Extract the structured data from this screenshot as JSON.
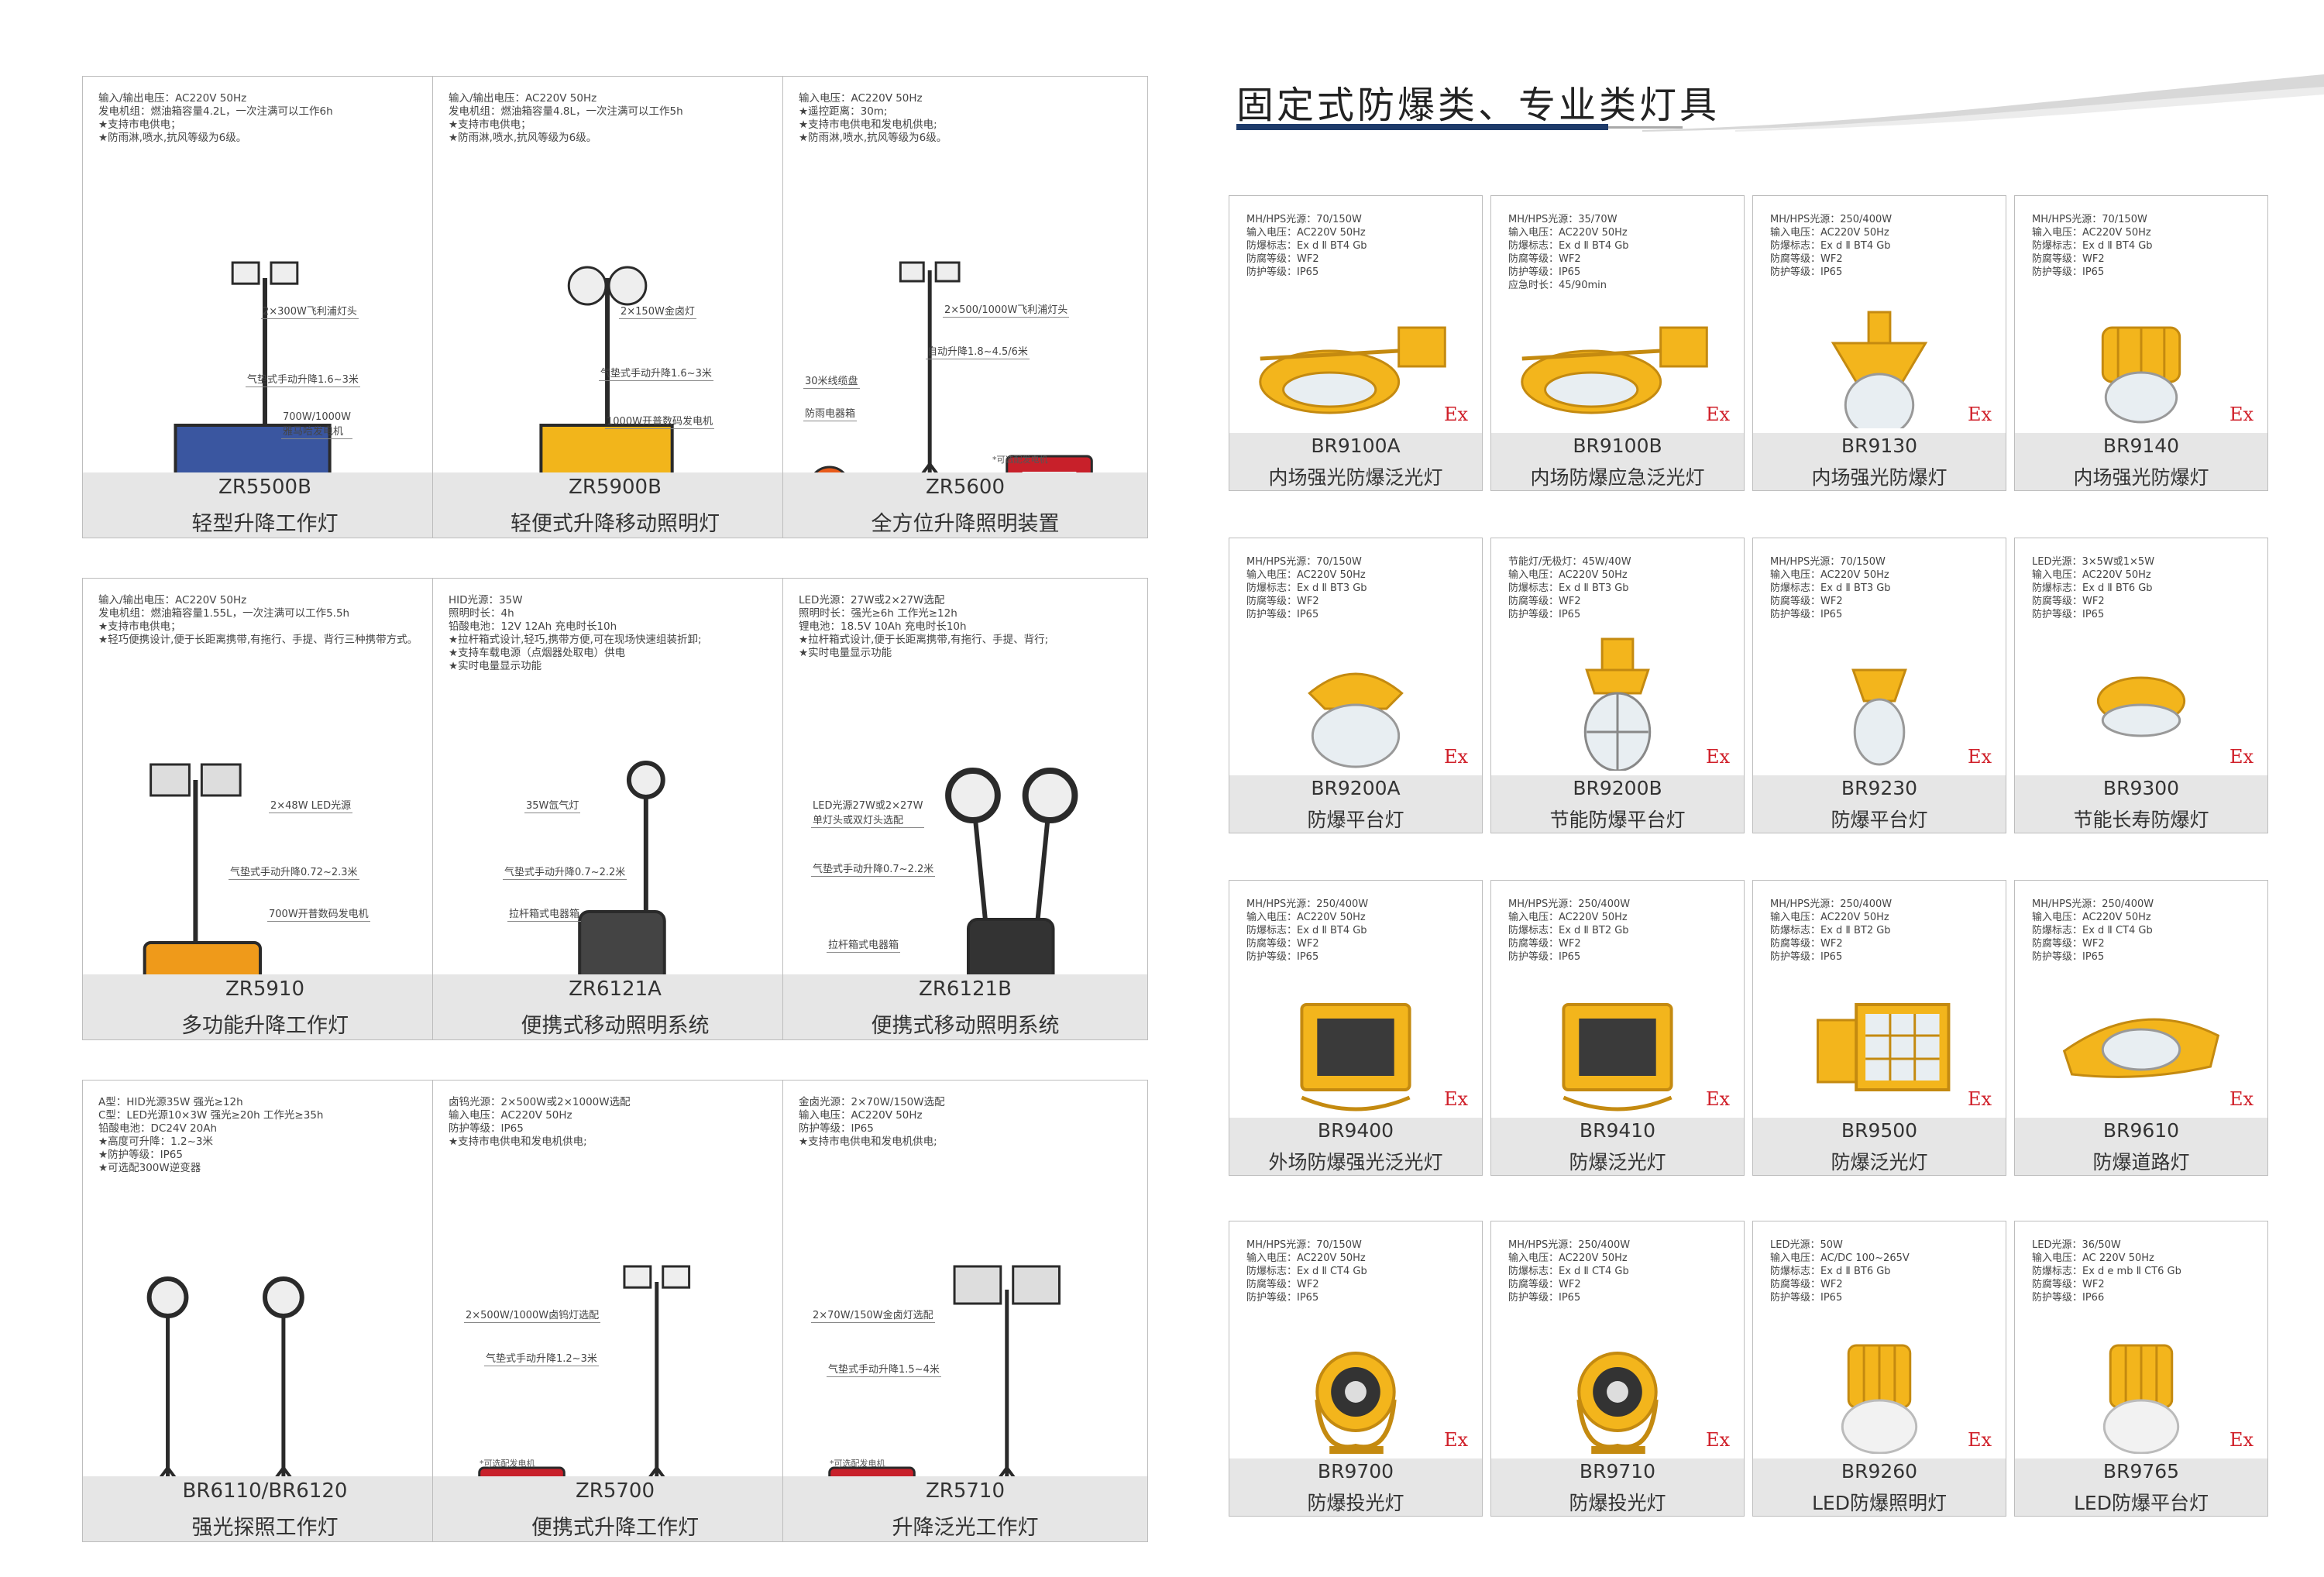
{
  "right_page": {
    "title": "固定式防爆类、专业类灯具"
  },
  "left_cards": [
    {
      "specs": "输入/输出电压：AC220V 50Hz\n发电机组：燃油箱容量4.2L，一次注满可以工作6h\n★支持市电供电；\n★防雨淋,喷水,抗风等级为6级。",
      "callouts": [
        "2×300W飞利浦灯头",
        "气垫式手动升降1.6~3米",
        "700W/1000W\n雅马哈发电机"
      ],
      "note": "",
      "model": "ZR5500B",
      "name": "轻型升降工作灯"
    },
    {
      "specs": "输入/输出电压：AC220V 50Hz\n发电机组：燃油箱容量4.8L，一次注满可以工作5h\n★支持市电供电；\n★防雨淋,喷水,抗风等级为6级。",
      "callouts": [
        "2×150W金卤灯",
        "气垫式手动升降1.6~3米",
        "1000W开普数码发电机"
      ],
      "note": "",
      "model": "ZR5900B",
      "name": "轻便式升降移动照明灯"
    },
    {
      "specs": "输入电压：AC220V 50Hz\n★遥控距离：30m;\n★支持市电供电和发电机供电;\n★防雨淋,喷水,抗风等级为6级。",
      "callouts": [
        "2×500/1000W飞利浦灯头",
        "自动升降1.8~4.5/6米",
        "30米线缆盘",
        "防雨电器箱"
      ],
      "note": "*可选配发电机",
      "model": "ZR5600",
      "name": "全方位升降照明装置"
    },
    {
      "specs": "输入/输出电压：AC220V 50Hz\n发电机组：燃油箱容量1.55L，一次注满可以工作5.5h\n★支持市电供电；\n★轻巧便携设计,便于长距离携带,有拖行、手提、背行三种携带方式。",
      "callouts": [
        "2×48W LED光源",
        "气垫式手动升降0.72~2.3米",
        "700W开普数码发电机"
      ],
      "note": "",
      "model": "ZR5910",
      "name": "多功能升降工作灯"
    },
    {
      "specs": "HID光源：35W\n照明时长：4h\n铅酸电池：12V 12Ah 充电时长10h\n★拉杆箱式设计,轻巧,携带方便,可在现场快速组装折卸;\n★支持车载电源（点烟器处取电）供电\n★实时电量显示功能",
      "callouts": [
        "35W氙气灯",
        "气垫式手动升降0.7~2.2米",
        "拉杆箱式电器箱"
      ],
      "note": "",
      "model": "ZR6121A",
      "name": "便携式移动照明系统"
    },
    {
      "specs": "LED光源：27W或2×27W选配\n照明时长：强光≥6h 工作光≥12h\n锂电池：18.5V 10Ah 充电时长10h\n★拉杆箱式设计,便于长距离携带,有拖行、手提、背行;\n★实时电量显示功能",
      "callouts": [
        "LED光源27W或2×27W\n单灯头或双灯头选配",
        "气垫式手动升降0.7~2.2米",
        "拉杆箱式电器箱"
      ],
      "note": "",
      "model": "ZR6121B",
      "name": "便携式移动照明系统"
    },
    {
      "specs": "A型：HID光源35W 强光≥12h\nC型：LED光源10×3W 强光≥20h 工作光≥35h\n铅酸电池：DC24V 20Ah\n★高度可升降：1.2~3米\n★防护等级：IP65\n★可选配300W逆变器",
      "callouts": [],
      "note": "",
      "model": "BR6110/BR6120",
      "name": "强光探照工作灯"
    },
    {
      "specs": "卤钨光源：2×500W或2×1000W选配\n输入电压：AC220V 50Hz\n防护等级：IP65\n★支持市电供电和发电机供电;",
      "callouts": [
        "2×500W/1000W卤钨灯选配",
        "气垫式手动升降1.2~3米"
      ],
      "note": "*可选配发电机",
      "model": "ZR5700",
      "name": "便携式升降工作灯"
    },
    {
      "specs": "金卤光源：2×70W/150W选配\n输入电压：AC220V 50Hz\n防护等级：IP65\n★支持市电供电和发电机供电;",
      "callouts": [
        "2×70W/150W金卤灯选配",
        "气垫式手动升降1.5~4米"
      ],
      "note": "*可选配发电机",
      "model": "ZR5710",
      "name": "升降泛光工作灯"
    }
  ],
  "right_cards": [
    {
      "specs": "MH/HPS光源：70/150W\n输入电压：AC220V 50Hz\n防爆标志：Ex d Ⅱ BT4 Gb\n防腐等级：WF2\n防护等级：IP65",
      "ex": "Ex",
      "model": "BR9100A",
      "name": "内场强光防爆泛光灯",
      "shape": "flood-box"
    },
    {
      "specs": "MH/HPS光源：35/70W\n输入电压：AC220V 50Hz\n防爆标志：Ex d Ⅱ BT4 Gb\n防腐等级：WF2\n防护等级：IP65\n应急时长：45/90min",
      "ex": "Ex",
      "model": "BR9100B",
      "name": "内场防爆应急泛光灯",
      "shape": "flood-box"
    },
    {
      "specs": "MH/HPS光源：250/400W\n输入电压：AC220V 50Hz\n防爆标志：Ex d Ⅱ BT4 Gb\n防腐等级：WF2\n防护等级：IP65",
      "ex": "Ex",
      "model": "BR9130",
      "name": "内场强光防爆灯",
      "shape": "dome-large"
    },
    {
      "specs": "MH/HPS光源：70/150W\n输入电压：AC220V 50Hz\n防爆标志：Ex d Ⅱ BT4 Gb\n防腐等级：WF2\n防护等级：IP65",
      "ex": "Ex",
      "model": "BR9140",
      "name": "内场强光防爆灯",
      "shape": "dome-ribbed"
    },
    {
      "specs": "MH/HPS光源：70/150W\n输入电压：AC220V 50Hz\n防爆标志：Ex d Ⅱ BT3 Gb\n防腐等级：WF2\n防护等级：IP65",
      "ex": "Ex",
      "model": "BR9200A",
      "name": "防爆平台灯",
      "shape": "dome"
    },
    {
      "specs": "节能灯/无极灯：45W/40W\n输入电压：AC220V 50Hz\n防爆标志：Ex d Ⅱ BT3 Gb\n防腐等级：WF2\n防护等级：IP65",
      "ex": "Ex",
      "model": "BR9200B",
      "name": "节能防爆平台灯",
      "shape": "cage"
    },
    {
      "specs": "MH/HPS光源：70/150W\n输入电压：AC220V 50Hz\n防爆标志：Ex d Ⅱ BT3 Gb\n防腐等级：WF2\n防护等级：IP65",
      "ex": "Ex",
      "model": "BR9230",
      "name": "防爆平台灯",
      "shape": "dome-small"
    },
    {
      "specs": "LED光源：3×5W或1×5W\n输入电压：AC220V 50Hz\n防爆标志：Ex d Ⅱ BT6 Gb\n防腐等级：WF2\n防护等级：IP65",
      "ex": "Ex",
      "model": "BR9300",
      "name": "节能长寿防爆灯",
      "shape": "ceiling"
    },
    {
      "specs": "MH/HPS光源：250/400W\n输入电压：AC220V 50Hz\n防爆标志：Ex d Ⅱ BT4 Gb\n防腐等级：WF2\n防护等级：IP65",
      "ex": "Ex",
      "model": "BR9400",
      "name": "外场防爆强光泛光灯",
      "shape": "flood-square"
    },
    {
      "specs": "MH/HPS光源：250/400W\n输入电压：AC220V 50Hz\n防爆标志：Ex d Ⅱ BT2 Gb\n防腐等级：WF2\n防护等级：IP65",
      "ex": "Ex",
      "model": "BR9410",
      "name": "防爆泛光灯",
      "shape": "flood-square"
    },
    {
      "specs": "MH/HPS光源：250/400W\n输入电压：AC220V 50Hz\n防爆标志：Ex d Ⅱ BT2 Gb\n防腐等级：WF2\n防护等级：IP65",
      "ex": "Ex",
      "model": "BR9500",
      "name": "防爆泛光灯",
      "shape": "flood-grid"
    },
    {
      "specs": "MH/HPS光源：250/400W\n输入电压：AC220V 50Hz\n防爆标志：Ex d Ⅱ CT4 Gb\n防腐等级：WF2\n防护等级：IP65",
      "ex": "Ex",
      "model": "BR9610",
      "name": "防爆道路灯",
      "shape": "street"
    },
    {
      "specs": "MH/HPS光源：70/150W\n输入电压：AC220V 50Hz\n防爆标志：Ex d Ⅱ CT4 Gb\n防腐等级：WF2\n防护等级：IP65",
      "ex": "Ex",
      "model": "BR9700",
      "name": "防爆投光灯",
      "shape": "spot"
    },
    {
      "specs": "MH/HPS光源：250/400W\n输入电压：AC220V 50Hz\n防爆标志：Ex d Ⅱ CT4 Gb\n防腐等级：WF2\n防护等级：IP65",
      "ex": "Ex",
      "model": "BR9710",
      "name": "防爆投光灯",
      "shape": "spot"
    },
    {
      "specs": "LED光源：50W\n输入电压：AC/DC 100~265V\n防爆标志：Ex d Ⅱ BT6 Gb\n防腐等级：WF2\n防护等级：IP65",
      "ex": "Ex",
      "model": "BR9260",
      "name": "LED防爆照明灯",
      "shape": "led-dome"
    },
    {
      "specs": "LED光源：36/50W\n输入电压：AC 220V 50Hz\n防爆标志：Ex d e mb Ⅱ CT6 Gb\n防腐等级：WF2\n防护等级：IP66",
      "ex": "Ex",
      "model": "BR9765",
      "name": "LED防爆平台灯",
      "shape": "led-dome"
    }
  ]
}
